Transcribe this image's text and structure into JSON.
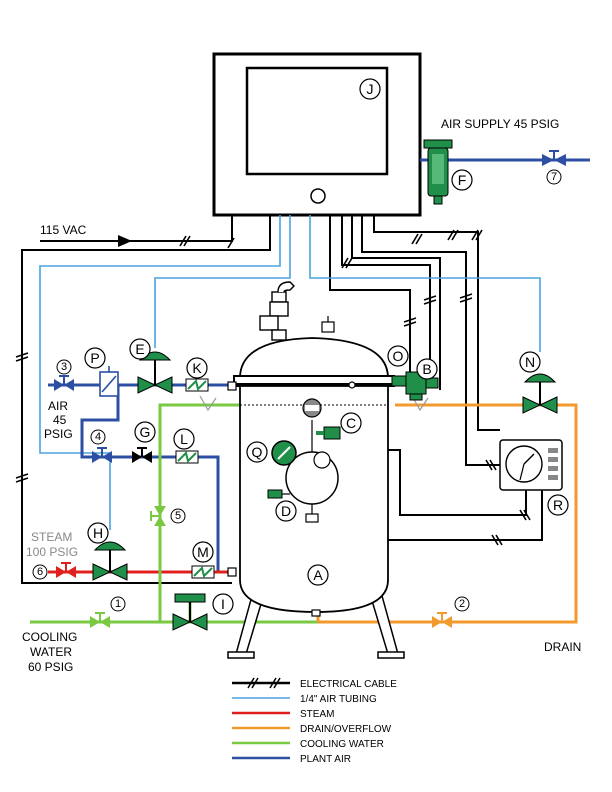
{
  "colors": {
    "electrical": "#000000",
    "air_tubing": "#4aa3df",
    "steam": "#e0201e",
    "drain": "#f39a2e",
    "cooling_water": "#7ac943",
    "plant_air": "#2c4fa3",
    "equipment_green": "#1f8f4a"
  },
  "labels": {
    "air_supply": "AIR SUPPLY 45 PSIG",
    "vac": "115 VAC",
    "air_line1": "AIR",
    "air_line2": "45",
    "air_line3": "PSIG",
    "steam_line1": "STEAM",
    "steam_line2": "100 PSIG",
    "cooling_line1": "COOLING",
    "cooling_line2": "WATER",
    "cooling_line3": "60 PSIG",
    "drain": "DRAIN"
  },
  "callouts": {
    "A": "A",
    "B": "B",
    "C": "C",
    "D": "D",
    "E": "E",
    "F": "F",
    "G": "G",
    "H": "H",
    "I": "I",
    "J": "J",
    "K": "K",
    "L": "L",
    "M": "M",
    "N": "N",
    "O": "O",
    "P": "P",
    "Q": "Q",
    "R": "R",
    "n1": "1",
    "n2": "2",
    "n3": "3",
    "n4": "4",
    "n5": "5",
    "n6": "6",
    "n7": "7"
  },
  "legend": [
    {
      "label": "ELECTRICAL CABLE",
      "color": "#000000"
    },
    {
      "label": "1/4\" AIR TUBING",
      "color": "#4aa3df"
    },
    {
      "label": "STEAM",
      "color": "#e0201e"
    },
    {
      "label": "DRAIN/OVERFLOW",
      "color": "#f39a2e"
    },
    {
      "label": "COOLING WATER",
      "color": "#7ac943"
    },
    {
      "label": "PLANT AIR",
      "color": "#2c4fa3"
    }
  ]
}
